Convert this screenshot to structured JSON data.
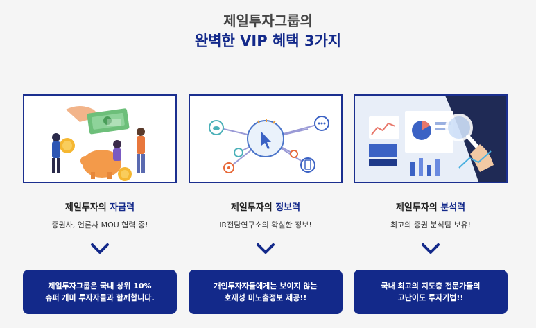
{
  "heading": {
    "line1": "제일투자그룹의",
    "line2": "완벽한 VIP 혜택 3가지"
  },
  "cards": [
    {
      "title_prefix": "제일투자의 ",
      "title_highlight": "자금력",
      "subtitle": "증권사, 언론사 MOU 협력 중!",
      "box_line1": "제일투자그룹은 국내 상위 10%",
      "box_line2": "슈퍼 개미 투자자들과 함께합니다."
    },
    {
      "title_prefix": "제일투자의 ",
      "title_highlight": "정보력",
      "subtitle": "IR전담연구소의 확실한 정보!",
      "box_line1": "개인투자자들에게는 보이지 않는",
      "box_line2": "호재성 미노출정보 제공!!"
    },
    {
      "title_prefix": "제일투자의 ",
      "title_highlight": "분석력",
      "subtitle": "최고의 증권 분석팀 보유!",
      "box_line1": "국내 최고의 지도층 전문가들의",
      "box_line2": "고난이도 투자기법!!"
    }
  ],
  "icons": {
    "illus1": "money-piggy-bank-illustration",
    "illus2": "information-network-illustration",
    "illus3": "data-analysis-illustration",
    "chevron": "chevron-down-icon"
  },
  "colors": {
    "brand_navy": "#13298a",
    "background": "#f5f5f5"
  }
}
